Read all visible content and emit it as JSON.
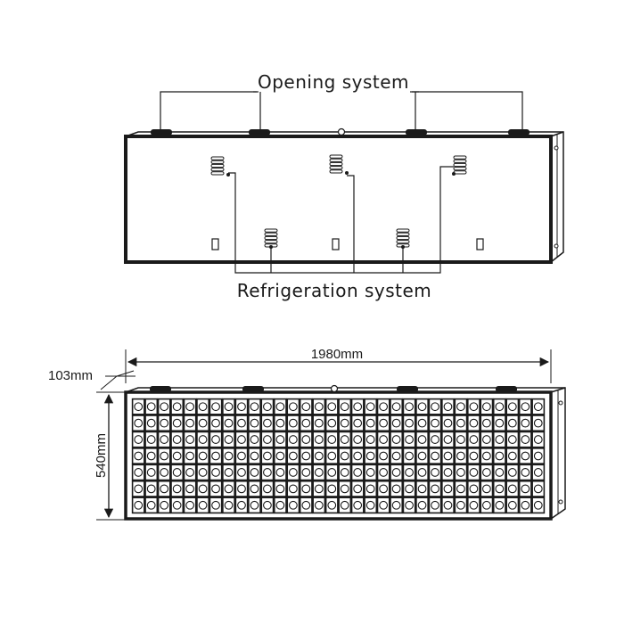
{
  "top_view": {
    "opening_label": "Opening system",
    "refrigeration_label": "Refrigeration system"
  },
  "bottom_view": {
    "width_label": "1980mm",
    "depth_label": "103mm",
    "height_label": "540mm",
    "led_rows": 7,
    "led_cols": 32
  },
  "colors": {
    "ink": "#1a1a1a",
    "background": "#ffffff"
  }
}
